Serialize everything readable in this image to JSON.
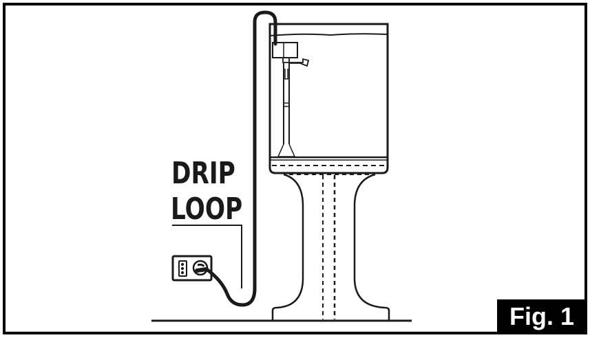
{
  "figure": {
    "label": "Fig. 1",
    "label_bg_color": "#000000",
    "label_text_color": "#ffffff",
    "line_color": "#1a1a1a",
    "background": "#ffffff"
  },
  "annotation": {
    "line1": "DRIP",
    "line2": "LOOP"
  },
  "components": [
    {
      "name": "fountain-tank",
      "description": "Water tank with pump and riser tube"
    },
    {
      "name": "pedestal",
      "description": "Hourglass-shaped stand"
    },
    {
      "name": "power-cord",
      "description": "Cord running from tank down to outlet forming a drip loop"
    },
    {
      "name": "wall-outlet",
      "description": "Electrical receptacle with plug inserted"
    }
  ]
}
